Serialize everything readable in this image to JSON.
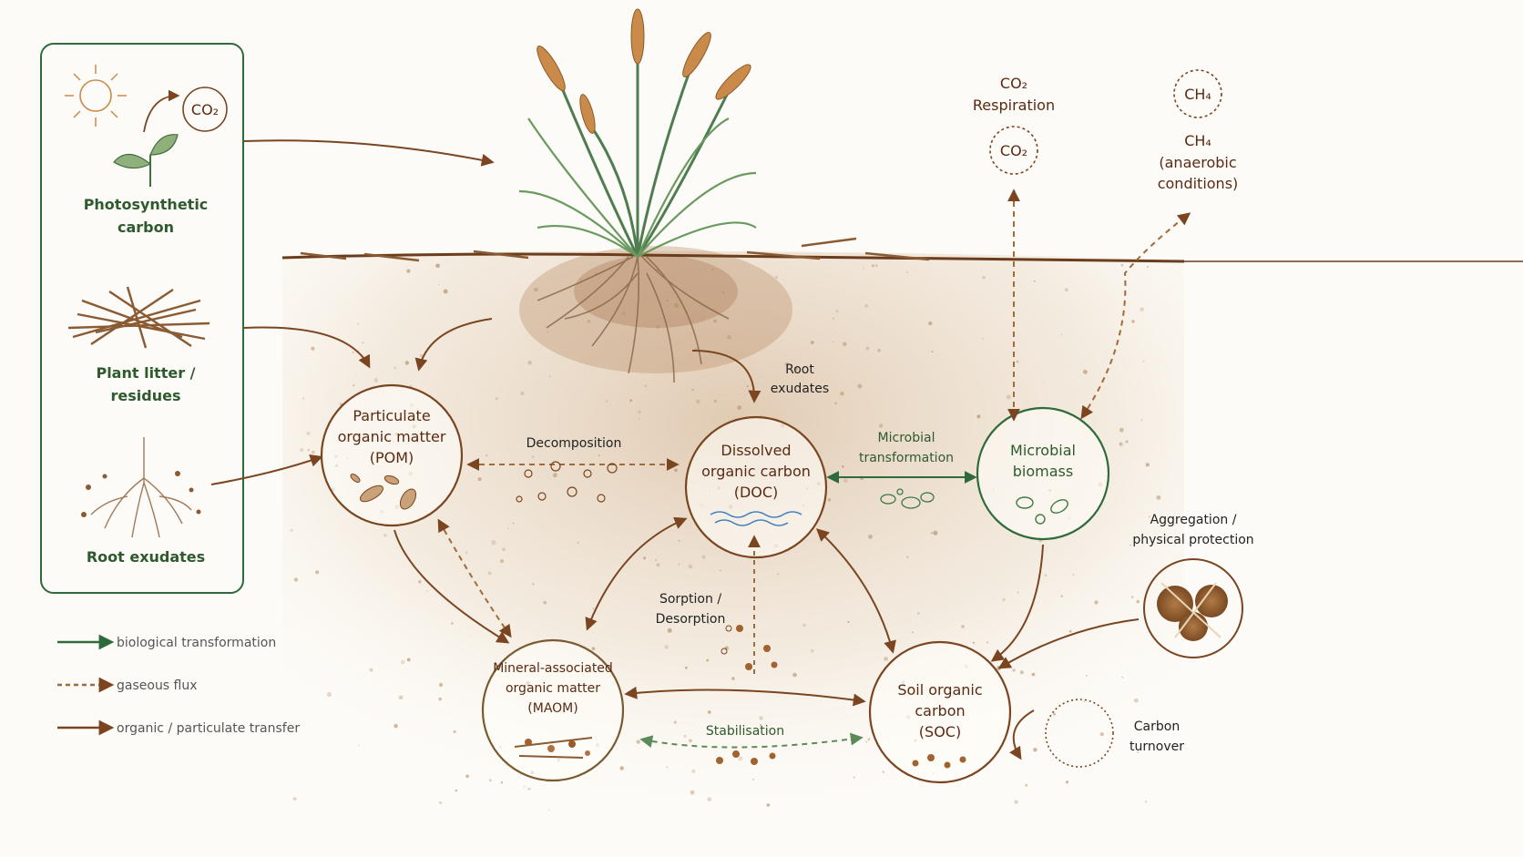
{
  "colors": {
    "brown": "#7a4520",
    "dark_brown": "#6b3416",
    "green": "#2f6a3a",
    "green_light": "#5c8a5a",
    "soil": "#c9a27a",
    "text_green": "#2e5a2e",
    "text_brown": "#5a2a12"
  },
  "sources": {
    "photosynthetic": "Photosynthetic\ncarbon",
    "co2_symbol": "CO₂",
    "litter": "Plant litter /\nresidues",
    "roots": "Root exudates"
  },
  "pools": {
    "pom": "Particulate\norganic matter\n(POM)",
    "doc": "Dissolved\norganic carbon\n(DOC)",
    "microbial": "Microbial\nbiomass",
    "maom": "Mineral-associated\norganic matter\n(MAOM)",
    "soc": "Soil organic\ncarbon\n(SOC)"
  },
  "processes": {
    "root_exudates": "Root\nexudates",
    "decomposition": "Decomposition",
    "microbial_transformation": "Microbial\ntransformation",
    "sorption": "Sorption /\nDesorption",
    "stabilisation": "Stabilisation",
    "aggregation": "Aggregation /\nphysical protection",
    "carbon_turnover": "Carbon\nturnover"
  },
  "gases": {
    "co2_title": "CO₂",
    "co2_sub": "Respiration",
    "co2_circle": "CO₂",
    "ch4_circle": "CH₄",
    "ch4_title": "CH₄",
    "ch4_sub": "(anaerobic\nconditions)"
  },
  "legend": {
    "biological": "biological transformation",
    "gaseous": "gaseous flux",
    "organic": "organic / particulate transfer"
  }
}
